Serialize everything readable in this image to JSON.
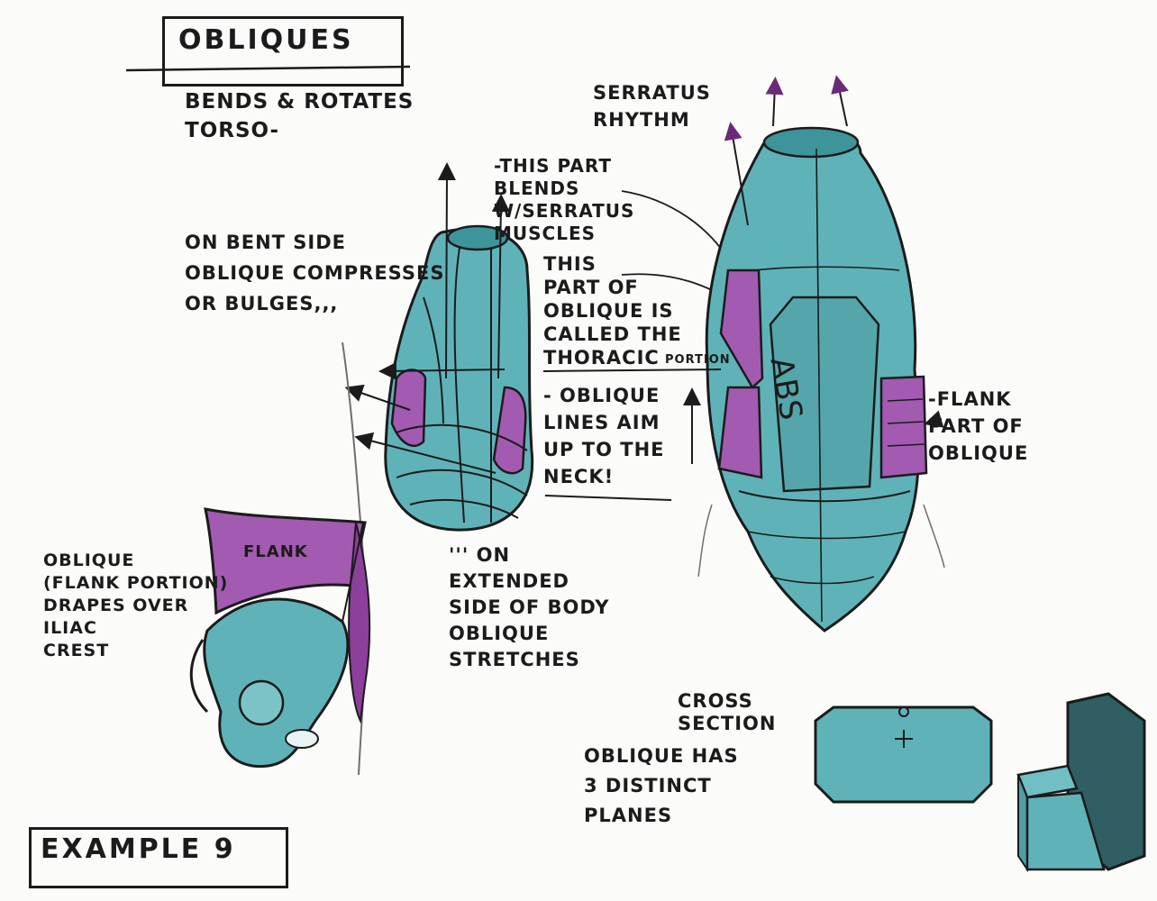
{
  "title": "OBLIQUES",
  "subtitle": "BENDS & ROTATES\nTORSO-",
  "example_label": "EXAMPLE 9",
  "labels": {
    "serratus": "SERRATUS\nRHYTHM",
    "blends": "-THIS PART\nBLENDS\nW/SERRATUS\nMUSCLES",
    "bent_side": "ON BENT SIDE\nOBLIQUE COMPRESSES\nOR BULGES,,,",
    "thoracic": "THIS\nPART OF\nOBLIQUE IS\nCALLED THE\nTHORACIC",
    "portion": "PORTION",
    "lines_aim": "- OBLIQUE\nLINES AIM\nUP TO THE\nNECK!",
    "abs": "ABS",
    "flank_part": "-FLANK\nPART OF\nOBLIQUE",
    "flank": "FLANK",
    "drapes": "OBLIQUE\n(FLANK PORTION)\nDRAPES OVER\nILIAC\nCREST",
    "extended": "''' ON\nEXTENDED\nSIDE OF BODY\nOBLIQUE\nSTRETCHES",
    "cross_section": "CROSS\nSECTION",
    "planes": "OBLIQUE HAS\n3 DISTINCT\nPLANES"
  },
  "colors": {
    "teal": "#5fb3b8",
    "teal_dark": "#2f7f86",
    "purple": "#a35ab1",
    "ink": "#1b1b1b",
    "paper": "#fbfbf9"
  }
}
